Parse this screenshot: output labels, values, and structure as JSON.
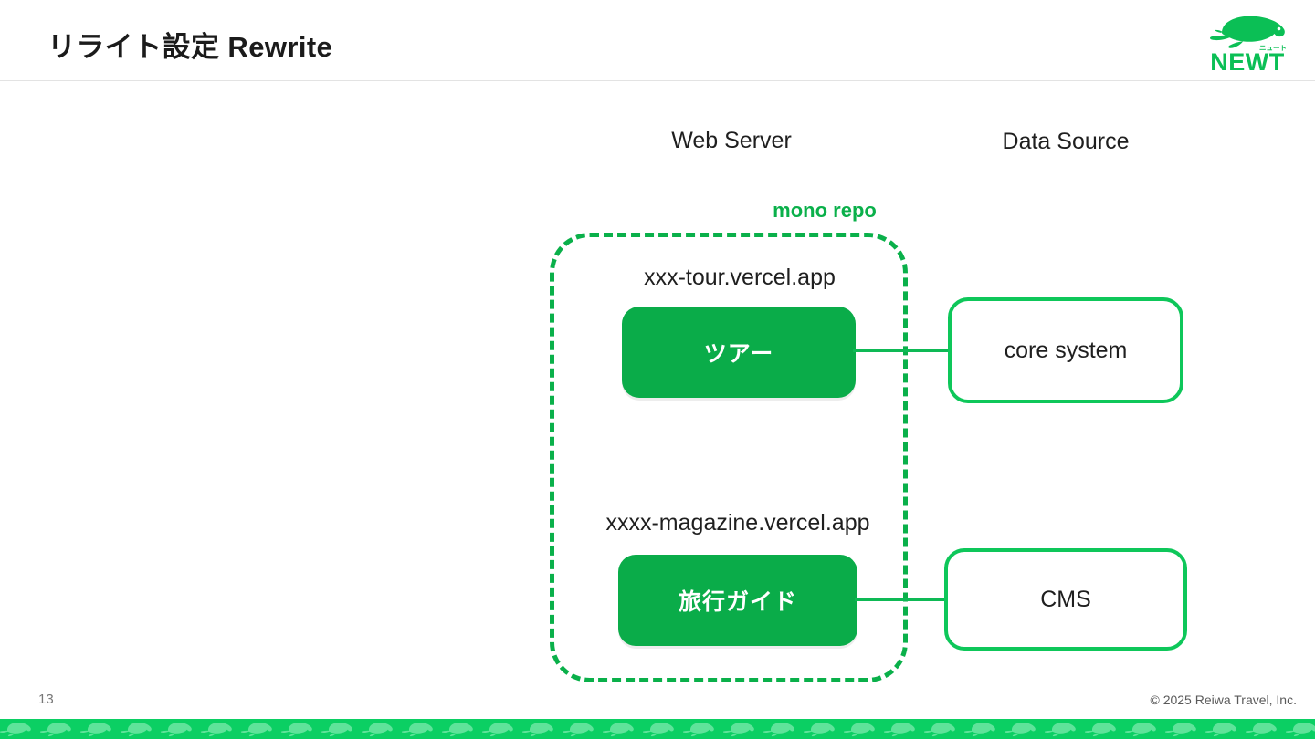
{
  "header": {
    "title": "リライト設定 Rewrite",
    "logo": {
      "name": "newt-logo",
      "wordmark": "NEWT",
      "ruby": "ニュート",
      "color": "#0bbf55"
    }
  },
  "diagram": {
    "columns": [
      {
        "id": "web-server",
        "label": "Web Server"
      },
      {
        "id": "data-source",
        "label": "Data Source"
      }
    ],
    "group": {
      "label": "mono repo",
      "style": "dashed",
      "color": "#0ab04a"
    },
    "nodes": [
      {
        "id": "tour-app",
        "domain": "xxx-tour.vercel.app",
        "label": "ツアー",
        "kind": "app",
        "fill": "#0aac49",
        "text_color": "#ffffff"
      },
      {
        "id": "magazine-app",
        "domain": "xxxx-magazine.vercel.app",
        "label": "旅行ガイド",
        "kind": "app",
        "fill": "#0aac49",
        "text_color": "#ffffff"
      },
      {
        "id": "core-system",
        "label": "core system",
        "kind": "data-source",
        "fill": "#ffffff",
        "border_color": "#0ec75a"
      },
      {
        "id": "cms",
        "label": "CMS",
        "kind": "data-source",
        "fill": "#ffffff",
        "border_color": "#0ec75a"
      }
    ],
    "edges": [
      {
        "from": "tour-app",
        "to": "core-system",
        "color": "#0eb955"
      },
      {
        "from": "magazine-app",
        "to": "cms",
        "color": "#0eb955"
      }
    ]
  },
  "footer": {
    "page_number": "13",
    "copyright": "© 2025 Reiwa Travel, Inc.",
    "band_color": "#0bcf63",
    "pattern": "turtle-repeat"
  }
}
